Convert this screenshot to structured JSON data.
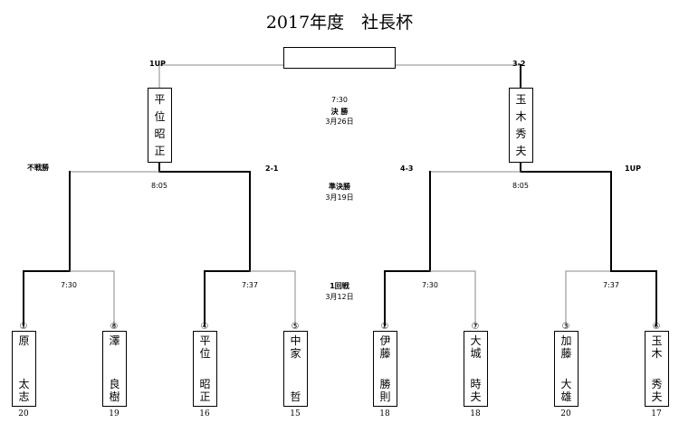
{
  "title": "2017年度　社長杯",
  "rounds": {
    "final": {
      "time": "7:30",
      "name": "決 勝",
      "date": "3月26日"
    },
    "semi": {
      "name": "準決勝",
      "date": "3月19日"
    },
    "first": {
      "name": "1回戦",
      "date": "3月12日"
    }
  },
  "results": {
    "final_left": "1UP",
    "final_right": "3-2",
    "semi_a": "不戦勝",
    "semi_b": "2-1",
    "semi_c": "4-3",
    "semi_d": "1UP"
  },
  "times": {
    "semi_left": "8:05",
    "semi_right": "8:05",
    "m1": "7:30",
    "m2": "7:37",
    "m3": "7:30",
    "m4": "7:37"
  },
  "finalists": {
    "left": [
      "平",
      "位",
      "昭",
      "正"
    ],
    "right": [
      "玉",
      "木",
      "秀",
      "夫"
    ]
  },
  "players": [
    {
      "seed": "①",
      "name_top": [
        "原"
      ],
      "name_bottom": [
        "太",
        "志"
      ],
      "score": "20"
    },
    {
      "seed": "⑧",
      "name_top": [
        "澤"
      ],
      "name_bottom": [
        "良",
        "樹"
      ],
      "score": "19"
    },
    {
      "seed": "④",
      "name_top": [
        "平",
        "位"
      ],
      "name_bottom": [
        "昭",
        "正"
      ],
      "score": "16"
    },
    {
      "seed": "⑤",
      "name_top": [
        "中",
        "家"
      ],
      "name_bottom": [
        "哲"
      ],
      "score": "15"
    },
    {
      "seed": "②",
      "name_top": [
        "伊",
        "藤"
      ],
      "name_bottom": [
        "勝",
        "則"
      ],
      "score": "18"
    },
    {
      "seed": "⑦",
      "name_top": [
        "大",
        "城"
      ],
      "name_bottom": [
        "時",
        "夫"
      ],
      "score": "18"
    },
    {
      "seed": "③",
      "name_top": [
        "加",
        "藤"
      ],
      "name_bottom": [
        "大",
        "雄"
      ],
      "score": "20"
    },
    {
      "seed": "⑥",
      "name_top": [
        "玉",
        "木"
      ],
      "name_bottom": [
        "秀",
        "夫"
      ],
      "score": "17"
    }
  ]
}
